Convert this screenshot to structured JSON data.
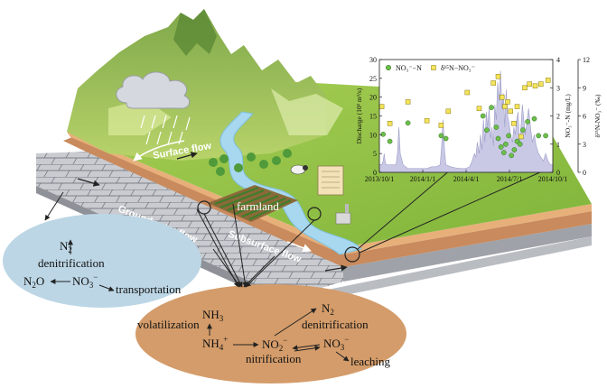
{
  "labels": {
    "surface_flow": "Surface flow",
    "groundwater_flow": "Groundwater flow",
    "subsurface_flow": "Subsurface flow",
    "farmland": "farmland"
  },
  "blue_box": {
    "n2": "N",
    "n2_sub": "2",
    "denitrification": "denitrification",
    "n2o": "N",
    "n2o_sub": "2",
    "n2o_tail": "O",
    "no3": "NO",
    "no3_sub": "3",
    "no3_sup": "−",
    "transportation": "transportation"
  },
  "orange_box": {
    "nh3": "NH",
    "nh3_sub": "3",
    "volatilization": "volatilization",
    "nh4": "NH",
    "nh4_sub": "4",
    "nh4_sup": "+",
    "no2": "NO",
    "no2_sub": "2",
    "no2_sup": "−",
    "nitrification": "nitrification",
    "n2": "N",
    "n2_sub": "2",
    "denitrification": "denitrification",
    "no3": "NO",
    "no3_sub": "3",
    "no3_sup": "−",
    "leaching": "leaching"
  },
  "chart_data": {
    "type": "area",
    "x_ticks": [
      "2013/10/1",
      "2014/1/1",
      "2014/4/1",
      "2014/7/1",
      "2014/10/1"
    ],
    "xlim_days": [
      0,
      365
    ],
    "ylabel_left": "Discharge (10³ m³/s)",
    "ylim_left": [
      0,
      30
    ],
    "yticks_left": [
      0,
      5,
      10,
      15,
      20,
      25,
      30
    ],
    "ylabel_right1": "NO₃⁻-N (mg/L)",
    "ylim_right1": [
      0,
      4
    ],
    "yticks_right1": [
      0,
      1,
      2,
      3,
      4
    ],
    "ylabel_right2": "δ¹⁵N-NO₃⁻ (‰)",
    "ylim_right2": [
      0,
      12
    ],
    "yticks_right2": [
      0,
      3,
      6,
      9,
      12
    ],
    "legend": [
      "NO₃⁻−N",
      "δ¹⁵N−NO₃⁻"
    ],
    "series": [
      {
        "name": "Discharge",
        "kind": "area",
        "axis": "left",
        "color": "#c9c9e6",
        "x": [
          0,
          5,
          8,
          10,
          12,
          14,
          20,
          30,
          35,
          38,
          41,
          44,
          50,
          60,
          70,
          80,
          90,
          100,
          110,
          120,
          128,
          131,
          134,
          137,
          140,
          150,
          160,
          170,
          180,
          185,
          190,
          195,
          200,
          203,
          206,
          210,
          213,
          216,
          219,
          222,
          225,
          228,
          231,
          234,
          237,
          240,
          243,
          246,
          249,
          252,
          255,
          258,
          261,
          264,
          267,
          270,
          273,
          276,
          280,
          283,
          286,
          289,
          292,
          295,
          298,
          301,
          304,
          307,
          310,
          314,
          318,
          322,
          326,
          330,
          335,
          340,
          345,
          350,
          355,
          360,
          365
        ],
        "values": [
          2.2,
          2,
          3,
          5,
          3,
          2,
          2,
          2,
          2,
          5,
          12,
          5,
          2,
          1,
          1,
          1,
          1,
          1,
          1.5,
          1.5,
          2,
          7,
          14,
          6,
          2,
          1.5,
          1.2,
          1,
          1,
          1.2,
          1.5,
          3,
          5,
          4,
          8,
          5,
          10,
          6,
          14,
          8,
          16,
          12,
          17,
          9,
          12,
          7,
          18,
          14,
          24,
          19,
          27,
          17,
          21,
          12,
          22,
          15,
          13,
          10,
          8,
          12,
          10,
          14,
          16,
          7,
          12,
          18,
          14,
          10,
          13,
          17,
          12,
          8,
          10,
          7,
          5,
          4,
          3,
          5,
          3,
          2,
          2
        ]
      },
      {
        "name": "NO₃⁻−N",
        "kind": "scatter",
        "axis": "right1",
        "color": "#6dbf4b",
        "x": [
          8,
          22,
          60,
          130,
          140,
          218,
          226,
          236,
          246,
          250,
          256,
          262,
          266,
          272,
          278,
          284,
          290,
          296,
          302,
          312,
          326,
          335,
          350
        ],
        "values": [
          1.35,
          1.1,
          1.75,
          1.3,
          1.2,
          2.0,
          1.5,
          2.3,
          1.6,
          1.2,
          0.9,
          0.7,
          1.0,
          1.3,
          0.6,
          0.8,
          1.1,
          1.0,
          1.5,
          1.8,
          1.9,
          1.3,
          1.3
        ]
      },
      {
        "name": "δ¹⁵N−NO₃⁻",
        "kind": "scatter",
        "axis": "right2",
        "color": "#f4e45a",
        "x": [
          5,
          22,
          60,
          100,
          130,
          145,
          185,
          210,
          240,
          250,
          258,
          264,
          270,
          276,
          283,
          290,
          298,
          306,
          316,
          328,
          340,
          355
        ],
        "values": [
          7.0,
          5.2,
          7.5,
          5.5,
          5.0,
          6.5,
          8.5,
          6.8,
          9.5,
          10.2,
          8.0,
          7.0,
          7.5,
          6.5,
          5.2,
          7.0,
          3.8,
          9.0,
          9.4,
          9.2,
          9.4,
          9.8
        ]
      }
    ]
  }
}
